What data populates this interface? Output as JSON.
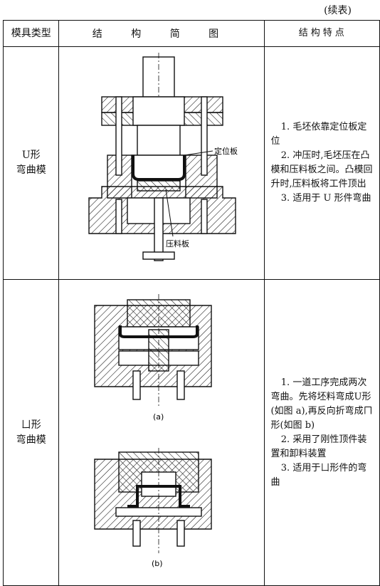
{
  "continued": "(续表)",
  "header": {
    "type": "模具类型",
    "sketch": "结 构 简 图",
    "features": "结构特点"
  },
  "rows": [
    {
      "type_lines": [
        "U形",
        "弯曲模"
      ],
      "labels": {
        "positioning_plate": "定位板",
        "pressure_plate": "压料板"
      },
      "features": [
        "1. 毛坯依靠定位板定位",
        "2. 冲压时,毛坯压在凸模和压料板之间。凸模回升时,压料板将工件顶出",
        "3. 适用于 U 形件弯曲"
      ]
    },
    {
      "type_lines": [
        "ㄩ形",
        "弯曲模"
      ],
      "labels": {
        "a": "(a)",
        "b": "(b)"
      },
      "features": [
        "1. 一道工序完成两次弯曲。先将坯料弯成U形(如图 a),再反向折弯成ㄇ形(如图 b)",
        "2. 采用了刚性顶件装置和卸料装置",
        "3. 适用于ㄩ形件的弯曲"
      ]
    }
  ]
}
